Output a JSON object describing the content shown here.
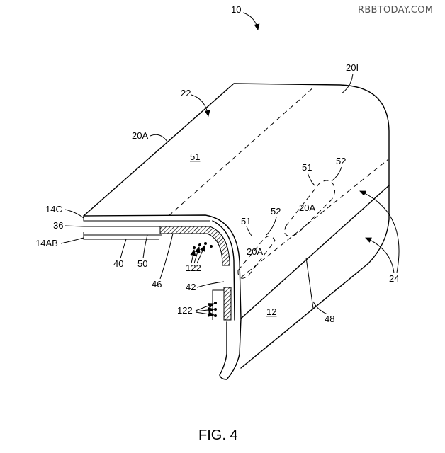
{
  "watermark": "RBBTODAY.COM",
  "caption": "FIG. 4",
  "labels": {
    "device": "10",
    "ref_20I": "20I",
    "ref_22": "22",
    "ref_20A_top": "20A",
    "ref_51_top": "51",
    "ref_51_a": "51",
    "ref_52_a": "52",
    "ref_20A_a": "20A",
    "ref_51_b": "51",
    "ref_52_b": "52",
    "ref_20A_b": "20A",
    "ref_14C": "14C",
    "ref_36": "36",
    "ref_14AB": "14AB",
    "ref_40": "40",
    "ref_50": "50",
    "ref_122_a": "122",
    "ref_46": "46",
    "ref_42": "42",
    "ref_122_b": "122",
    "ref_12": "12",
    "ref_48": "48",
    "ref_24": "24"
  }
}
